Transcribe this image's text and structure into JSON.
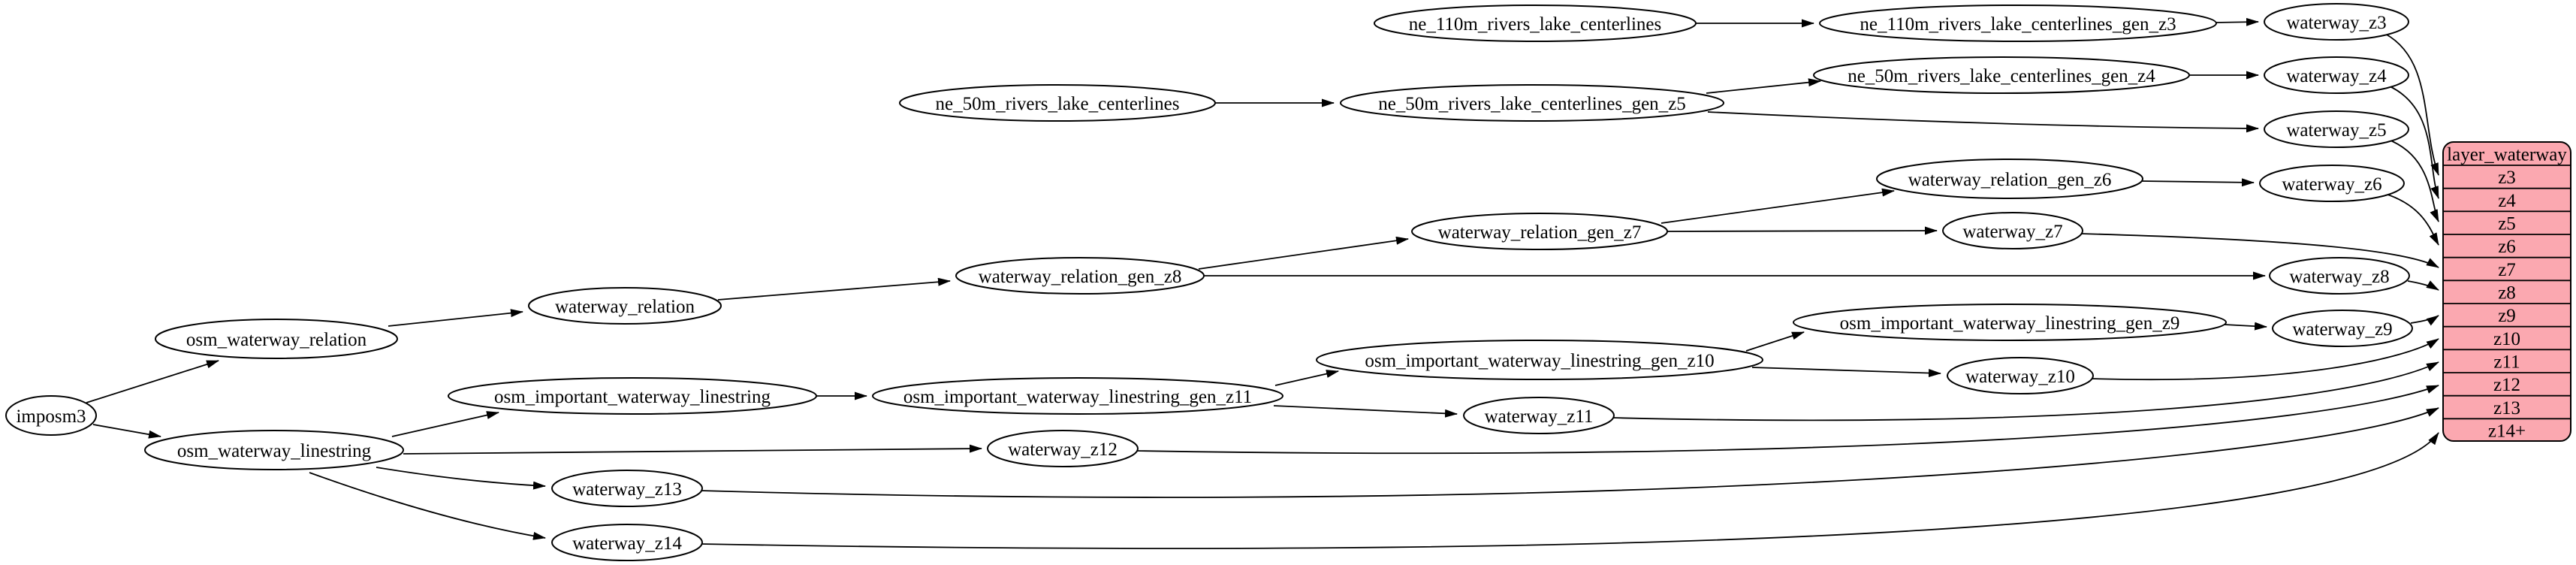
{
  "diagram": {
    "colors": {
      "background": "#ffffff",
      "node_fill": "#ffffff",
      "node_stroke": "#000000",
      "edge": "#000000",
      "record_fill": "#fba8b0",
      "record_stroke": "#000000"
    },
    "nodes": {
      "imposm3": "imposm3",
      "osm_waterway_relation": "osm_waterway_relation",
      "osm_waterway_linestring": "osm_waterway_linestring",
      "waterway_relation": "waterway_relation",
      "osm_important_waterway_linestring": "osm_important_waterway_linestring",
      "waterway_relation_gen_z8": "waterway_relation_gen_z8",
      "waterway_relation_gen_z7": "waterway_relation_gen_z7",
      "waterway_relation_gen_z6": "waterway_relation_gen_z6",
      "osm_important_waterway_linestring_gen_z11": "osm_important_waterway_linestring_gen_z11",
      "osm_important_waterway_linestring_gen_z10": "osm_important_waterway_linestring_gen_z10",
      "osm_important_waterway_linestring_gen_z9": "osm_important_waterway_linestring_gen_z9",
      "ne_110m_rivers_lake_centerlines": "ne_110m_rivers_lake_centerlines",
      "ne_110m_rivers_lake_centerlines_gen_z3": "ne_110m_rivers_lake_centerlines_gen_z3",
      "ne_50m_rivers_lake_centerlines": "ne_50m_rivers_lake_centerlines",
      "ne_50m_rivers_lake_centerlines_gen_z5": "ne_50m_rivers_lake_centerlines_gen_z5",
      "ne_50m_rivers_lake_centerlines_gen_z4": "ne_50m_rivers_lake_centerlines_gen_z4",
      "waterway_z3": "waterway_z3",
      "waterway_z4": "waterway_z4",
      "waterway_z5": "waterway_z5",
      "waterway_z6": "waterway_z6",
      "waterway_z7": "waterway_z7",
      "waterway_z8": "waterway_z8",
      "waterway_z9": "waterway_z9",
      "waterway_z10": "waterway_z10",
      "waterway_z11": "waterway_z11",
      "waterway_z12": "waterway_z12",
      "waterway_z13": "waterway_z13",
      "waterway_z14": "waterway_z14"
    },
    "record": {
      "title": "layer_waterway",
      "rows": [
        "z3",
        "z4",
        "z5",
        "z6",
        "z7",
        "z8",
        "z9",
        "z10",
        "z11",
        "z12",
        "z13",
        "z14+"
      ]
    },
    "edges": [
      {
        "from": "imposm3",
        "to": "osm_waterway_relation"
      },
      {
        "from": "imposm3",
        "to": "osm_waterway_linestring"
      },
      {
        "from": "osm_waterway_relation",
        "to": "waterway_relation"
      },
      {
        "from": "waterway_relation",
        "to": "waterway_relation_gen_z8"
      },
      {
        "from": "waterway_relation_gen_z8",
        "to": "waterway_relation_gen_z7"
      },
      {
        "from": "waterway_relation_gen_z8",
        "to": "waterway_z8"
      },
      {
        "from": "waterway_relation_gen_z7",
        "to": "waterway_relation_gen_z6"
      },
      {
        "from": "waterway_relation_gen_z7",
        "to": "waterway_z7"
      },
      {
        "from": "waterway_relation_gen_z6",
        "to": "waterway_z6"
      },
      {
        "from": "osm_waterway_linestring",
        "to": "osm_important_waterway_linestring"
      },
      {
        "from": "osm_waterway_linestring",
        "to": "waterway_z12"
      },
      {
        "from": "osm_waterway_linestring",
        "to": "waterway_z13"
      },
      {
        "from": "osm_waterway_linestring",
        "to": "waterway_z14"
      },
      {
        "from": "osm_important_waterway_linestring",
        "to": "osm_important_waterway_linestring_gen_z11"
      },
      {
        "from": "osm_important_waterway_linestring_gen_z11",
        "to": "osm_important_waterway_linestring_gen_z10"
      },
      {
        "from": "osm_important_waterway_linestring_gen_z11",
        "to": "waterway_z11"
      },
      {
        "from": "osm_important_waterway_linestring_gen_z10",
        "to": "osm_important_waterway_linestring_gen_z9"
      },
      {
        "from": "osm_important_waterway_linestring_gen_z10",
        "to": "waterway_z10"
      },
      {
        "from": "osm_important_waterway_linestring_gen_z9",
        "to": "waterway_z9"
      },
      {
        "from": "ne_110m_rivers_lake_centerlines",
        "to": "ne_110m_rivers_lake_centerlines_gen_z3"
      },
      {
        "from": "ne_110m_rivers_lake_centerlines_gen_z3",
        "to": "waterway_z3"
      },
      {
        "from": "ne_50m_rivers_lake_centerlines",
        "to": "ne_50m_rivers_lake_centerlines_gen_z5"
      },
      {
        "from": "ne_50m_rivers_lake_centerlines_gen_z5",
        "to": "ne_50m_rivers_lake_centerlines_gen_z4"
      },
      {
        "from": "ne_50m_rivers_lake_centerlines_gen_z4",
        "to": "waterway_z4"
      },
      {
        "from": "ne_50m_rivers_lake_centerlines_gen_z5",
        "to": "waterway_z5"
      },
      {
        "from": "waterway_z3",
        "to": "layer_waterway.z3"
      },
      {
        "from": "waterway_z4",
        "to": "layer_waterway.z4"
      },
      {
        "from": "waterway_z5",
        "to": "layer_waterway.z5"
      },
      {
        "from": "waterway_z6",
        "to": "layer_waterway.z6"
      },
      {
        "from": "waterway_z7",
        "to": "layer_waterway.z7"
      },
      {
        "from": "waterway_z8",
        "to": "layer_waterway.z8"
      },
      {
        "from": "waterway_z9",
        "to": "layer_waterway.z9"
      },
      {
        "from": "waterway_z10",
        "to": "layer_waterway.z10"
      },
      {
        "from": "waterway_z11",
        "to": "layer_waterway.z11"
      },
      {
        "from": "waterway_z12",
        "to": "layer_waterway.z12"
      },
      {
        "from": "waterway_z13",
        "to": "layer_waterway.z13"
      },
      {
        "from": "waterway_z14",
        "to": "layer_waterway.z14+"
      }
    ]
  }
}
